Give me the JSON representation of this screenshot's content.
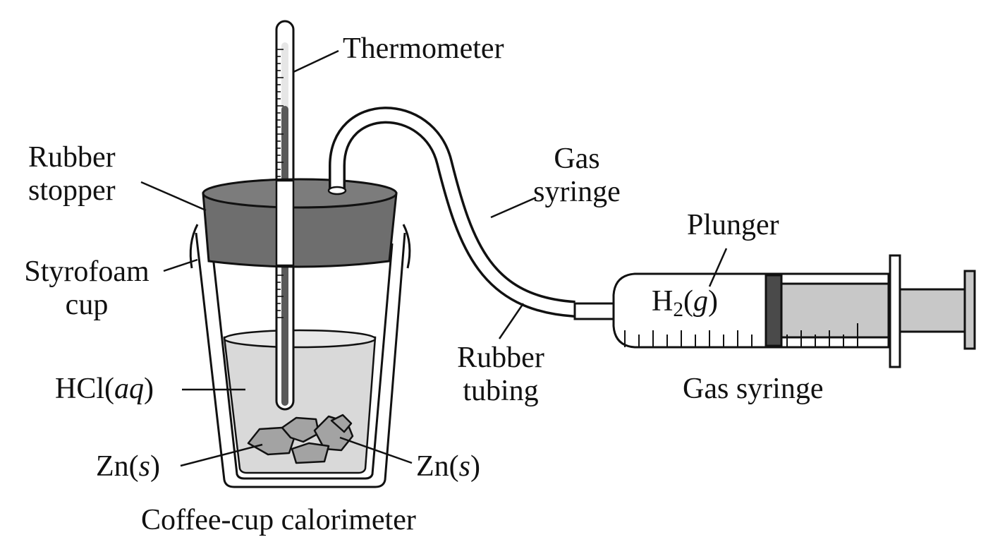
{
  "labels": {
    "thermometer": "Thermometer",
    "rubber_stopper_line1": "Rubber",
    "rubber_stopper_line2": "stopper",
    "styrofoam_cup_line1": "Styrofoam",
    "styrofoam_cup_line2": "cup",
    "hcl_prefix": "HCl(",
    "hcl_state": "aq",
    "hcl_suffix": ")",
    "zn_left_prefix": "Zn(",
    "zn_left_state": "s",
    "zn_left_suffix": ")",
    "zn_right_prefix": "Zn(",
    "zn_right_state": "s",
    "zn_right_suffix": ")",
    "gas_syringe_upper_line1": "Gas",
    "gas_syringe_upper_line2": "syringe",
    "plunger": "Plunger",
    "h2_base": "H",
    "h2_subscript": "2",
    "h2_open": "(",
    "h2_state": "g",
    "h2_close": ")",
    "rubber_tubing_line1": "Rubber",
    "rubber_tubing_line2": "tubing",
    "gas_syringe_caption": "Gas syringe",
    "calorimeter_caption": "Coffee-cup calorimeter"
  },
  "colors": {
    "outline": "#111111",
    "stopper": "#6e6e6e",
    "liquid": "#d9d9d9",
    "zinc": "#a3a3a3",
    "plunger_seal": "#4a4a4a",
    "plunger_rod": "#c8c8c8",
    "thermometer_fluid": "#5a5a5a"
  }
}
